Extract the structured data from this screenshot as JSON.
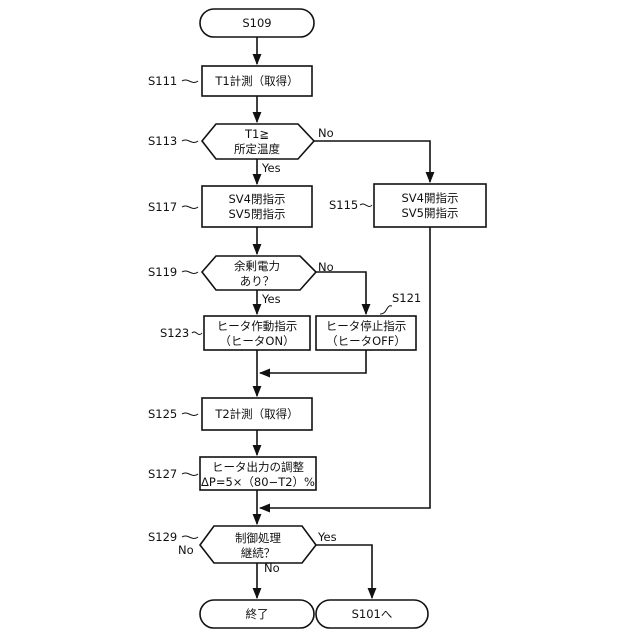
{
  "nodes": {
    "start": {
      "lines": [
        "S109"
      ]
    },
    "t1": {
      "lines": [
        "T1計測（取得）"
      ]
    },
    "dec1": {
      "lines": [
        "T1≧",
        "所定温度"
      ]
    },
    "sv_open": {
      "lines": [
        "SV4閉指示",
        "SV5閉指示"
      ]
    },
    "sv_close": {
      "lines": [
        "SV4開指示",
        "SV5開指示"
      ]
    },
    "dec2": {
      "lines": [
        "余剰電力",
        "あり？"
      ]
    },
    "heater_on": {
      "lines": [
        "ヒータ作動指示",
        "（ヒータON）"
      ]
    },
    "heater_off": {
      "lines": [
        "ヒータ停止指示",
        "（ヒータOFF）"
      ]
    },
    "t2": {
      "lines": [
        "T2計測（取得）"
      ]
    },
    "adjust": {
      "lines": [
        "ヒータ出力の調整",
        "ΔP=5×（80−T2）%"
      ]
    },
    "dec3": {
      "lines": [
        "制御処理",
        "継続？"
      ]
    },
    "end": {
      "lines": [
        "終了"
      ]
    },
    "goto": {
      "lines": [
        "S101へ"
      ]
    }
  },
  "step_labels": {
    "t1": "S111",
    "dec1": "S113",
    "sv_open": "S117",
    "sv_close": "S115",
    "dec2": "S119",
    "heater_off": "S121",
    "heater_on": "S123",
    "t2": "S125",
    "adjust": "S127",
    "dec3": "S129"
  },
  "branches": {
    "dec1_yes": "Yes",
    "dec1_no": "No",
    "dec2_yes": "Yes",
    "dec2_no": "No",
    "dec3_yes": "Yes",
    "dec3_no_left": "No",
    "dec3_no_down": "No"
  }
}
